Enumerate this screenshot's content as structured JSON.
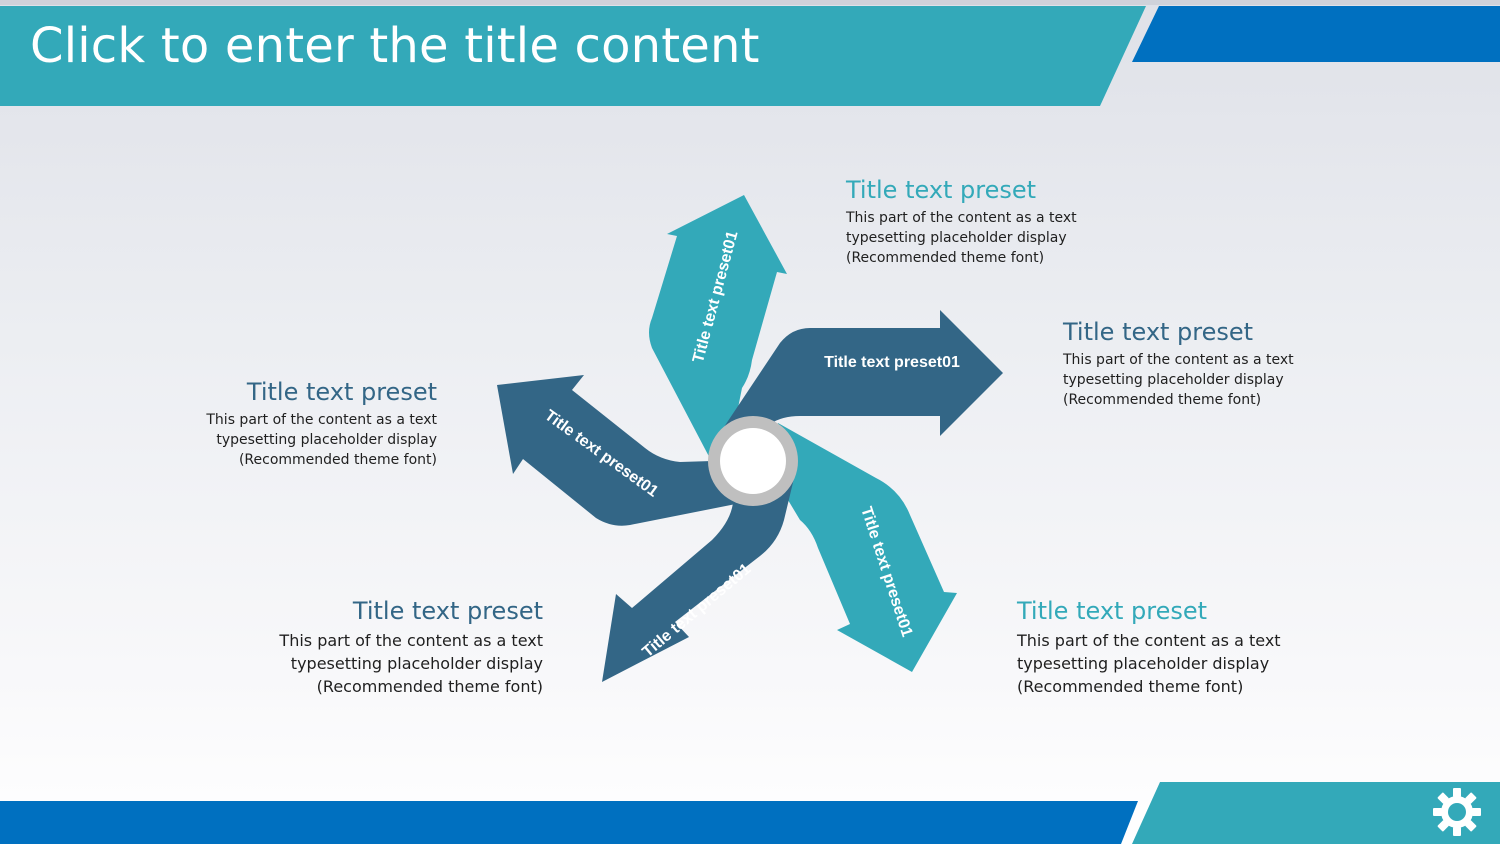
{
  "title": "Click to enter the title content",
  "colors": {
    "teal": "#33a9b9",
    "navy": "#336686",
    "blue": "#0070c0",
    "ring": "#bfbfbf"
  },
  "arrows": [
    {
      "label": "Title text preset01",
      "color": "#33a9b9"
    },
    {
      "label": "Title text preset01",
      "color": "#336686"
    },
    {
      "label": "Title text preset01",
      "color": "#33a9b9"
    },
    {
      "label": "Title text preset01",
      "color": "#336686"
    },
    {
      "label": "Title text preset01",
      "color": "#336686"
    }
  ],
  "callouts": [
    {
      "heading": "Title text preset",
      "lines": [
        "This part of the content as a text",
        "typesetting placeholder display",
        "(Recommended theme font)"
      ],
      "color": "#33a9b9"
    },
    {
      "heading": "Title text preset",
      "lines": [
        "This part of the content as a text",
        "typesetting placeholder display",
        "(Recommended theme font)"
      ],
      "color": "#336686"
    },
    {
      "heading": "Title text preset",
      "lines": [
        "This part of the content as a text",
        "typesetting placeholder display",
        "(Recommended theme font)"
      ],
      "color": "#33a9b9"
    },
    {
      "heading": "Title text preset",
      "lines": [
        "This part of the content as a text",
        "typesetting placeholder display",
        "(Recommended theme font)"
      ],
      "color": "#336686"
    },
    {
      "heading": "Title text preset",
      "lines": [
        "This part of the content as a text",
        "typesetting placeholder display",
        "(Recommended theme font)"
      ],
      "color": "#336686"
    }
  ],
  "icons": {
    "settings": "gear-icon"
  }
}
